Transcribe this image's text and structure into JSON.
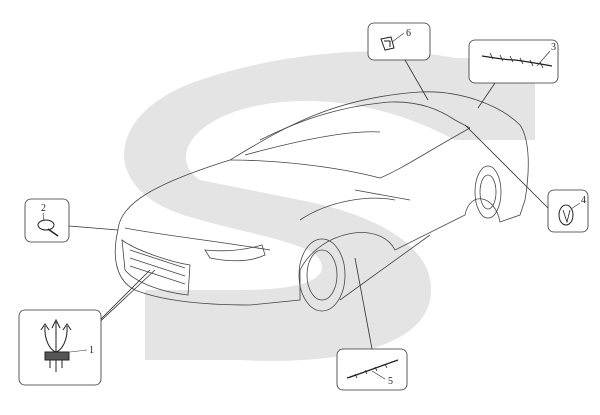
{
  "diagram": {
    "callouts": [
      {
        "number": "1",
        "part_icon": "trident-emblem-icon"
      },
      {
        "number": "2",
        "part_icon": "front-badge-icon"
      },
      {
        "number": "3",
        "part_icon": "granturismo-script-icon"
      },
      {
        "number": "4",
        "part_icon": "rear-badge-icon"
      },
      {
        "number": "5",
        "part_icon": "side-script-icon"
      },
      {
        "number": "6",
        "part_icon": "clip-icon"
      }
    ]
  },
  "colors": {
    "background_shape": "#e4e4e4",
    "line": "#333333"
  }
}
